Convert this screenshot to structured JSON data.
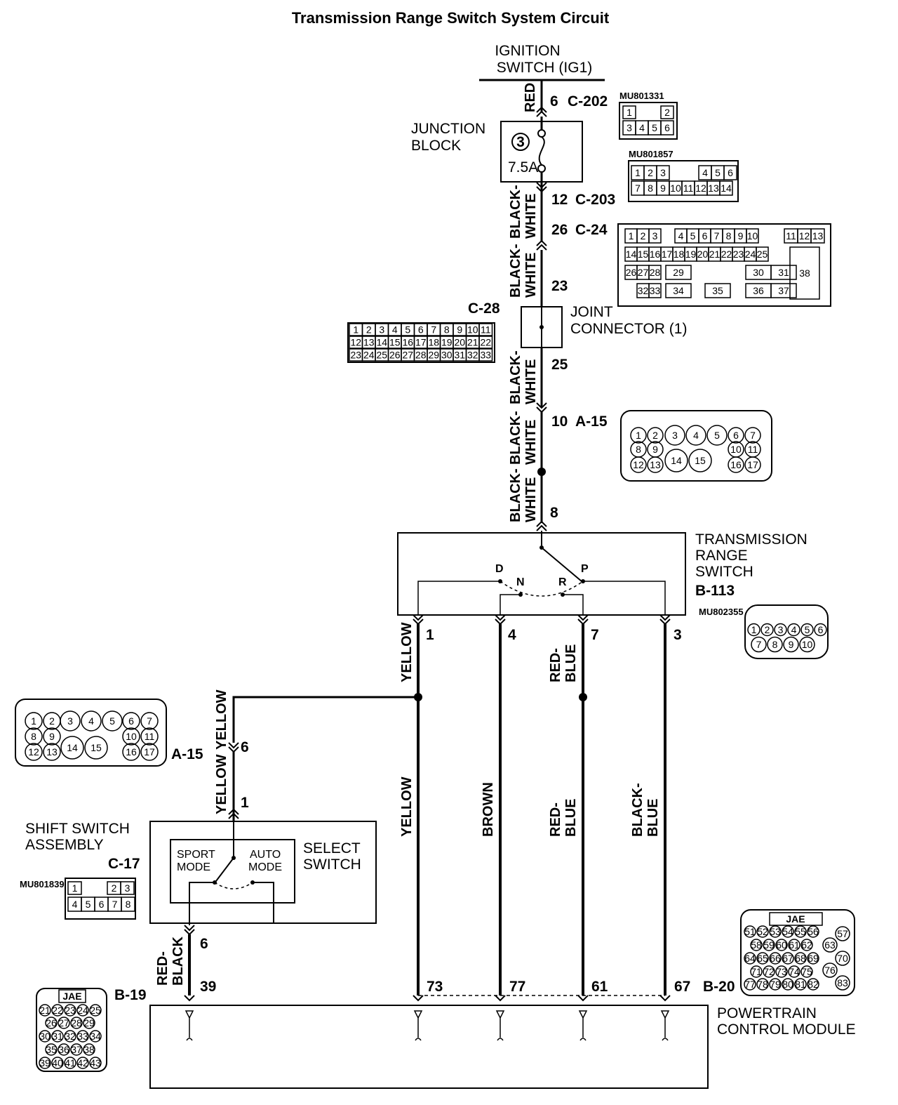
{
  "title": "Transmission Range Switch System Circuit",
  "ignition": {
    "line1": "IGNITION",
    "line2": "SWITCH (IG1)"
  },
  "junction_block": {
    "line1": "JUNCTION",
    "line2": "BLOCK",
    "fuse_no": "3",
    "fuse_rating": "7.5A"
  },
  "joint_connector": {
    "line1": "JOINT",
    "line2": "CONNECTOR (1)"
  },
  "trs": {
    "line1": "TRANSMISSION",
    "line2": "RANGE",
    "line3": "SWITCH",
    "code": "B-113",
    "pos_d": "D",
    "pos_n": "N",
    "pos_r": "R",
    "pos_p": "P"
  },
  "shift_switch": {
    "line1": "SHIFT SWITCH",
    "line2": "ASSEMBLY",
    "code": "C-17",
    "sport1": "SPORT",
    "sport2": "MODE",
    "auto1": "AUTO",
    "auto2": "MODE",
    "select1": "SELECT",
    "select2": "SWITCH"
  },
  "pcm": {
    "line1": "POWERTRAIN",
    "line2": "CONTROL MODULE"
  },
  "terminals": {
    "t6_c202": "6",
    "c202": "C-202",
    "t12": "12",
    "c203": "C-203",
    "t26": "26",
    "c24": "C-24",
    "t23": "23",
    "t25": "25",
    "t10": "10",
    "a15_top": "A-15",
    "t8": "8",
    "trs1": "1",
    "trs4": "4",
    "trs7": "7",
    "trs3": "3",
    "a15_6": "6",
    "a15_label": "A-15",
    "c17_1": "1",
    "c17_6": "6",
    "pcm39": "39",
    "pcm73": "73",
    "pcm77": "77",
    "pcm61": "61",
    "pcm67": "67",
    "b19": "B-19",
    "b20": "B-20",
    "c28": "C-28"
  },
  "wires": {
    "red": "RED",
    "bw1a": "BLACK-",
    "bw1b": "WHITE",
    "yellow": "YELLOW",
    "red_blue_a": "RED-",
    "red_blue_b": "BLUE",
    "brown": "BROWN",
    "black_blue_a": "BLACK-",
    "black_blue_b": "BLUE",
    "red_black_a": "RED-",
    "red_black_b": "BLACK"
  },
  "connector_ids": {
    "mu801331": "MU801331",
    "mu801857": "MU801857",
    "mu802355": "MU802355",
    "mu801839": "MU801839",
    "jae": "JAE"
  },
  "pins": {
    "mu801331": [
      "1",
      "2",
      "3",
      "4",
      "5",
      "6"
    ],
    "mu801857": [
      "1",
      "2",
      "3",
      "4",
      "5",
      "6",
      "7",
      "8",
      "9",
      "10",
      "11",
      "12",
      "13",
      "14"
    ],
    "c24_r1": [
      "1",
      "2",
      "3",
      "4",
      "5",
      "6",
      "7",
      "8",
      "9",
      "10",
      "11",
      "12",
      "13"
    ],
    "c24_r2": [
      "14",
      "15",
      "16",
      "17",
      "18",
      "19",
      "20",
      "21",
      "22",
      "23",
      "24",
      "25"
    ],
    "c24_r3": [
      "26",
      "27",
      "28",
      "29",
      "30",
      "31",
      "38"
    ],
    "c24_r4": [
      "32",
      "33",
      "34",
      "35",
      "36",
      "37"
    ],
    "c28_r1": [
      "1",
      "2",
      "3",
      "4",
      "5",
      "6",
      "7",
      "8",
      "9",
      "10",
      "11"
    ],
    "c28_r2": [
      "12",
      "13",
      "14",
      "15",
      "16",
      "17",
      "18",
      "19",
      "20",
      "21",
      "22"
    ],
    "c28_r3": [
      "23",
      "24",
      "25",
      "26",
      "27",
      "28",
      "29",
      "30",
      "31",
      "32",
      "33"
    ],
    "a15_r1": [
      "1",
      "2",
      "3",
      "4",
      "5",
      "6",
      "7"
    ],
    "a15_r2": [
      "8",
      "9",
      "10",
      "11"
    ],
    "a15_r3": [
      "12",
      "13",
      "14",
      "15",
      "16",
      "17"
    ],
    "mu802355_r1": [
      "1",
      "2",
      "3",
      "4",
      "5",
      "6"
    ],
    "mu802355_r2": [
      "7",
      "8",
      "9",
      "10"
    ],
    "c17_r1": [
      "1",
      "2",
      "3"
    ],
    "c17_r2": [
      "4",
      "5",
      "6",
      "7",
      "8"
    ],
    "b20_r1": [
      "51",
      "52",
      "53",
      "54",
      "55",
      "56",
      "57"
    ],
    "b20_r2": [
      "58",
      "59",
      "60",
      "61",
      "62",
      "63"
    ],
    "b20_r3": [
      "64",
      "65",
      "66",
      "67",
      "68",
      "69",
      "70"
    ],
    "b20_r4": [
      "71",
      "72",
      "73",
      "74",
      "75",
      "76"
    ],
    "b20_r5": [
      "77",
      "78",
      "79",
      "80",
      "81",
      "82",
      "83"
    ],
    "b19_r1": [
      "21",
      "22",
      "23",
      "24",
      "25"
    ],
    "b19_r2": [
      "26",
      "27",
      "28",
      "29"
    ],
    "b19_r3": [
      "30",
      "31",
      "32",
      "33",
      "34"
    ],
    "b19_r4": [
      "35",
      "36",
      "37",
      "38"
    ],
    "b19_r5": [
      "39",
      "40",
      "41",
      "42",
      "43"
    ]
  }
}
